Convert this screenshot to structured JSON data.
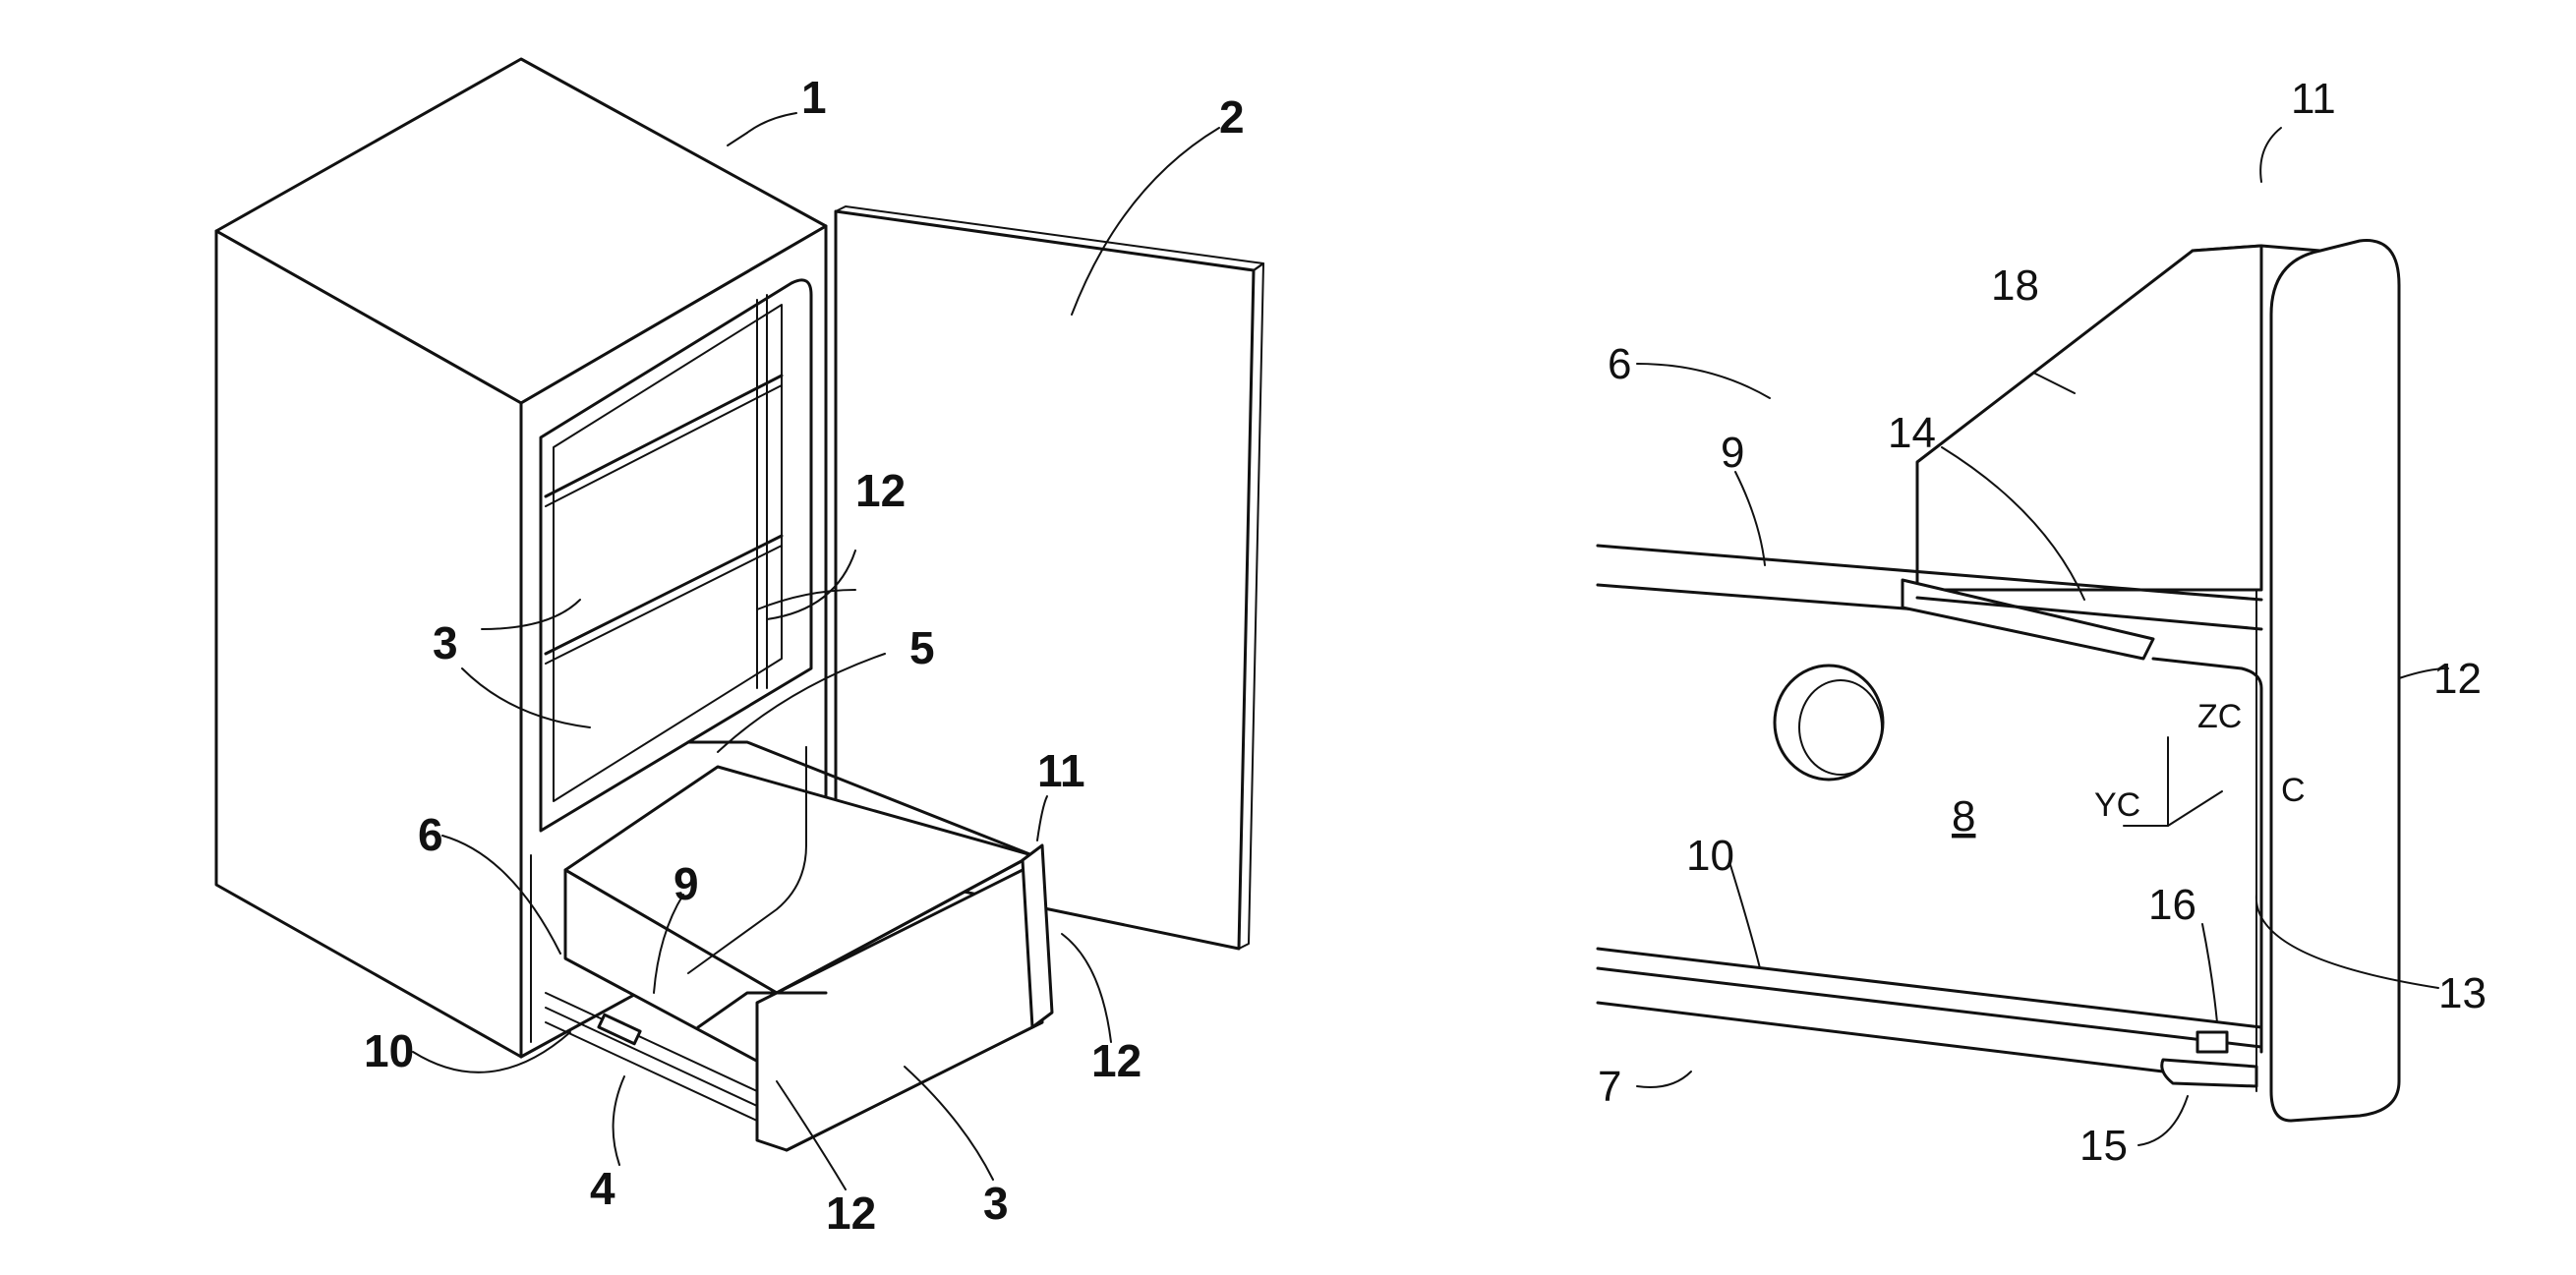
{
  "figure_left": {
    "labels": {
      "fridge": "1",
      "door": "2",
      "compartment_a": "3",
      "compartment_b": "3",
      "drawer_lower": "4",
      "divider": "5",
      "guide_upper": "6",
      "rail_upper": "9",
      "rail_lower": "10",
      "handle": "11",
      "panel_a": "12",
      "panel_b": "12",
      "panel_c": "12",
      "panel_d": "12"
    }
  },
  "figure_right": {
    "labels": {
      "handle": "11",
      "panel": "12",
      "guide_upper": "6",
      "guide_lower": "7",
      "wall": "8",
      "rail_upper": "9",
      "rail_lower": "10",
      "recess": "13",
      "upper_slot": "14",
      "lower_slot": "15",
      "stop": "16",
      "bracket": "18",
      "axis_z": "ZC",
      "axis_y": "YC",
      "axis_c": "C"
    }
  }
}
